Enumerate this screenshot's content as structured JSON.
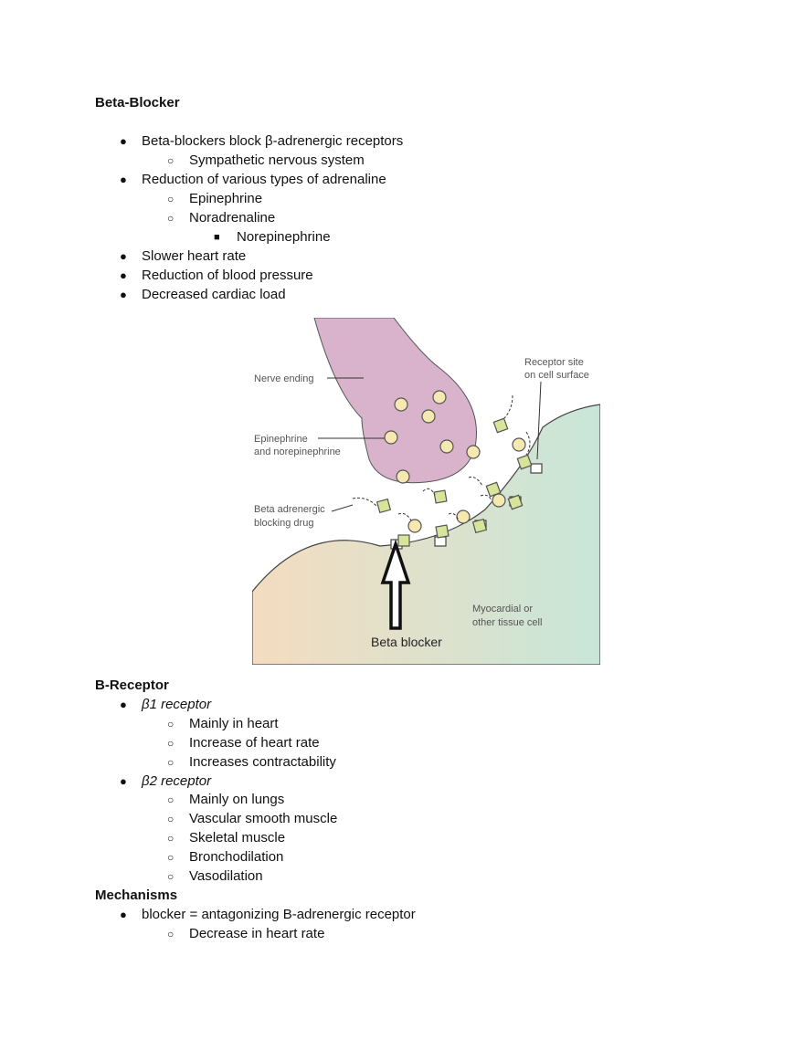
{
  "section1": {
    "title": "Beta-Blocker",
    "items": [
      {
        "level": 1,
        "text": "Beta-blockers block β-adrenergic receptors"
      },
      {
        "level": 2,
        "text": "Sympathetic nervous system"
      },
      {
        "level": 1,
        "text": "Reduction of various types of adrenaline"
      },
      {
        "level": 2,
        "text": "Epinephrine"
      },
      {
        "level": 2,
        "text": "Noradrenaline"
      },
      {
        "level": 3,
        "text": "Norepinephrine"
      },
      {
        "level": 1,
        "text": "Slower heart rate"
      },
      {
        "level": 1,
        "text": "Reduction of blood pressure"
      },
      {
        "level": 1,
        "text": "Decreased cardiac load"
      }
    ]
  },
  "diagram": {
    "labels": {
      "nerve_ending": "Nerve ending",
      "receptor_site_1": "Receptor site",
      "receptor_site_2": "on cell surface",
      "epi_1": "Epinephrine",
      "epi_2": "and norepinephrine",
      "beta_drug_1": "Beta adrenergic",
      "beta_drug_2": "blocking drug",
      "tissue_1": "Myocardial or",
      "tissue_2": "other tissue cell",
      "beta_blocker": "Beta blocker"
    },
    "colors": {
      "nerve": "#d9b3cc",
      "molecule": "#f5e8b0",
      "drug": "#d6e59a",
      "tissue_left": "#f4dcc0",
      "tissue_right": "#c8e6d8"
    }
  },
  "section2": {
    "title": "B-Receptor",
    "items": [
      {
        "level": 1,
        "text": "β1 receptor",
        "italic": true
      },
      {
        "level": 2,
        "text": "Mainly in heart"
      },
      {
        "level": 2,
        "text": "Increase of heart rate"
      },
      {
        "level": 2,
        "text": "Increases contractability"
      },
      {
        "level": 1,
        "text": "β2 receptor",
        "italic": true
      },
      {
        "level": 2,
        "text": "Mainly on lungs"
      },
      {
        "level": 2,
        "text": "Vascular smooth muscle"
      },
      {
        "level": 2,
        "text": "Skeletal muscle"
      },
      {
        "level": 2,
        "text": "Bronchodilation"
      },
      {
        "level": 2,
        "text": "Vasodilation"
      }
    ]
  },
  "section3": {
    "title": "Mechanisms",
    "items": [
      {
        "level": 1,
        "text": "blocker = antagonizing B-adrenergic receptor"
      },
      {
        "level": 2,
        "text": "Decrease in heart rate"
      }
    ]
  }
}
